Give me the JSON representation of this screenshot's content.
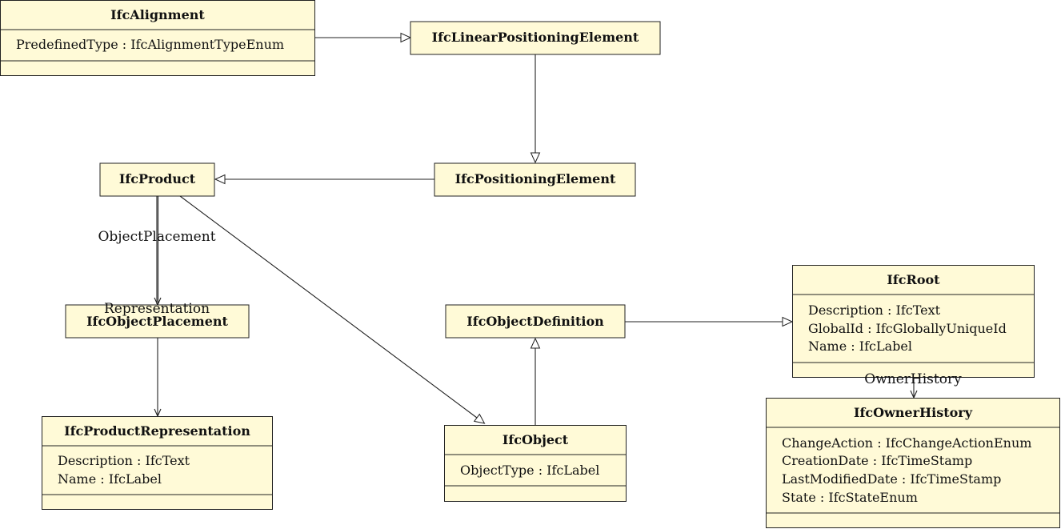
{
  "classes": {
    "ifc_alignment": {
      "name": "IfcAlignment",
      "attributes": [
        "PredefinedType : IfcAlignmentTypeEnum"
      ]
    },
    "ifc_linear_positioning_element": {
      "name": "IfcLinearPositioningElement",
      "attributes": []
    },
    "ifc_positioning_element": {
      "name": "IfcPositioningElement",
      "attributes": []
    },
    "ifc_product": {
      "name": "IfcProduct",
      "attributes": []
    },
    "ifc_object_placement": {
      "name": "IfcObjectPlacement",
      "attributes": []
    },
    "ifc_product_representation": {
      "name": "IfcProductRepresentation",
      "attributes": [
        "Description : IfcText",
        "Name : IfcLabel"
      ]
    },
    "ifc_object_definition": {
      "name": "IfcObjectDefinition",
      "attributes": []
    },
    "ifc_object": {
      "name": "IfcObject",
      "attributes": [
        "ObjectType : IfcLabel"
      ]
    },
    "ifc_root": {
      "name": "IfcRoot",
      "attributes": [
        "Description : IfcText",
        "GlobalId : IfcGloballyUniqueId",
        "Name : IfcLabel"
      ]
    },
    "ifc_owner_history": {
      "name": "IfcOwnerHistory",
      "attributes": [
        "ChangeAction : IfcChangeActionEnum",
        "CreationDate : IfcTimeStamp",
        "LastModifiedDate : IfcTimeStamp",
        "State : IfcStateEnum"
      ]
    }
  },
  "relationships": [
    {
      "type": "generalization",
      "from": "IfcAlignment",
      "to": "IfcLinearPositioningElement"
    },
    {
      "type": "generalization",
      "from": "IfcLinearPositioningElement",
      "to": "IfcPositioningElement"
    },
    {
      "type": "generalization",
      "from": "IfcPositioningElement",
      "to": "IfcProduct"
    },
    {
      "type": "generalization",
      "from": "IfcProduct",
      "to": "IfcObject"
    },
    {
      "type": "generalization",
      "from": "IfcObject",
      "to": "IfcObjectDefinition"
    },
    {
      "type": "generalization",
      "from": "IfcObjectDefinition",
      "to": "IfcRoot"
    },
    {
      "type": "association",
      "from": "IfcProduct",
      "to": "IfcObjectPlacement",
      "label": "ObjectPlacement"
    },
    {
      "type": "association",
      "from": "IfcProduct",
      "to": "IfcObjectPlacement",
      "label": "Representation"
    },
    {
      "type": "association",
      "from": "IfcObjectPlacement",
      "to": "IfcProductRepresentation"
    },
    {
      "type": "association",
      "from": "IfcRoot",
      "to": "IfcOwnerHistory",
      "label": "OwnerHistory"
    }
  ],
  "edge_labels": {
    "object_placement": "ObjectPlacement",
    "representation": "Representation",
    "owner_history": "OwnerHistory"
  }
}
